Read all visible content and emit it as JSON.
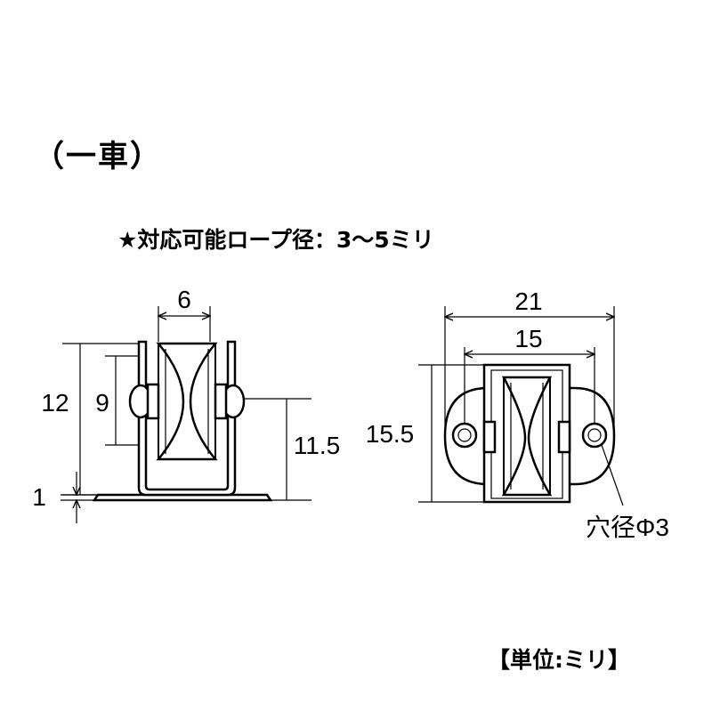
{
  "title": "（一車）",
  "rope_note": "★対応可能ロープ径：3〜5ミリ",
  "unit_note": "【単位:ミリ】",
  "dimensions": {
    "side": {
      "groove_width": "6",
      "overall_height": "12",
      "wheel_height": "9",
      "base_thickness": "1",
      "axle_height": "11.5"
    },
    "front": {
      "base_width": "21",
      "hole_pitch": "15",
      "height": "15.5",
      "hole_label": "穴径Φ3"
    }
  }
}
